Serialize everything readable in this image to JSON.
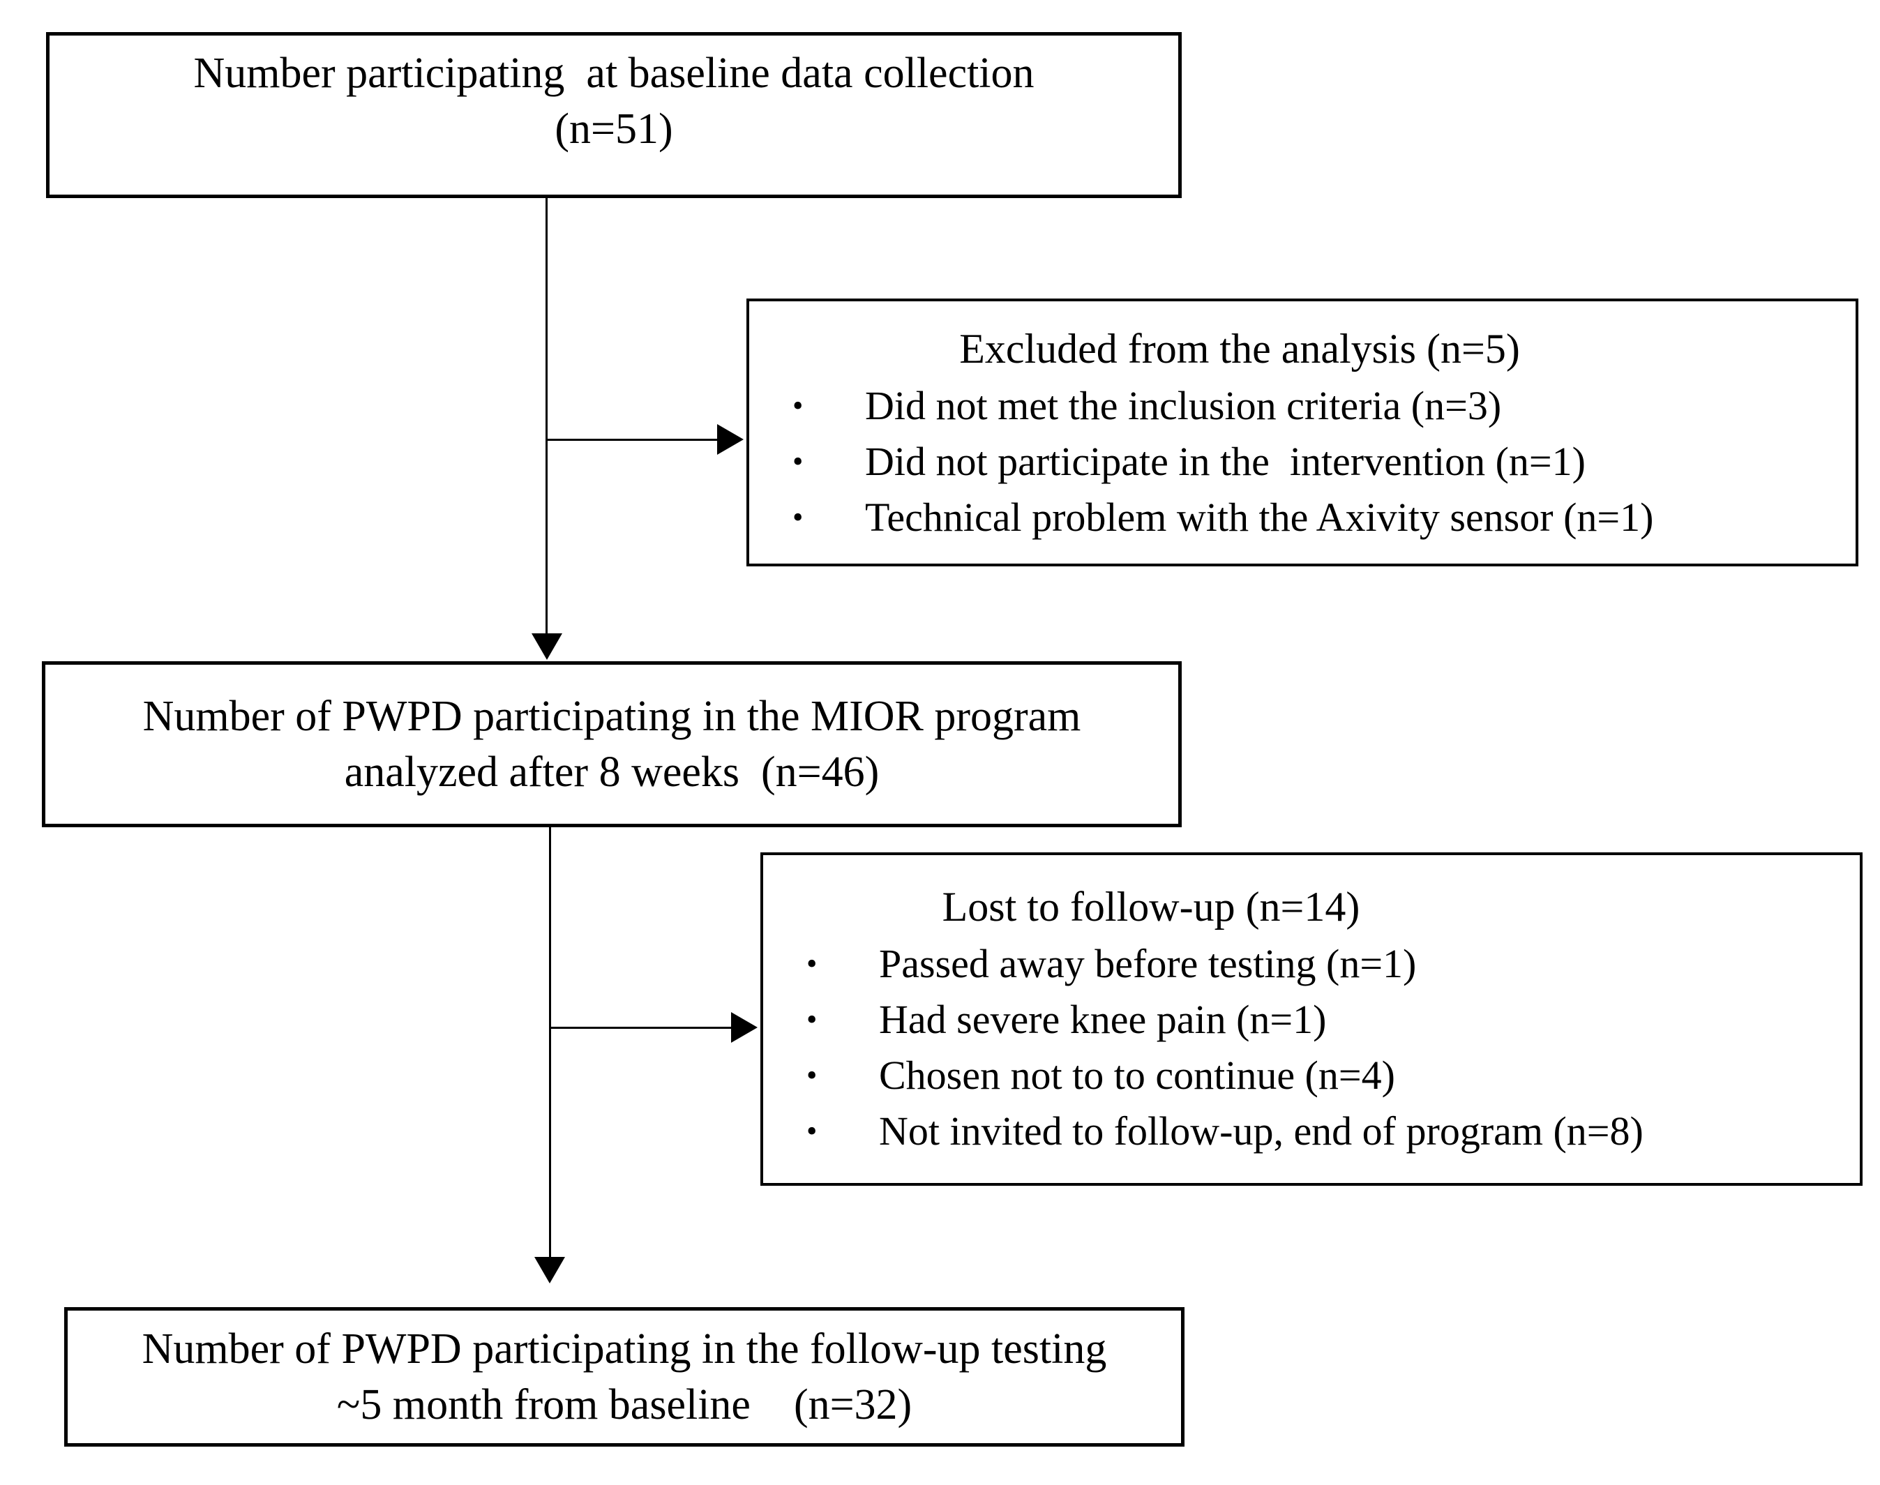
{
  "figure": {
    "type": "participant-flow-diagram",
    "colors": {
      "background": "#ffffff",
      "border": "#000000",
      "text": "#000000"
    },
    "bullet_glyph": "•",
    "boxes": {
      "baseline": {
        "line1": "Number participating  at baseline data collection",
        "line2": "(n=51)"
      },
      "excluded": {
        "heading": "Excluded from the analysis (n=5)",
        "bullets": [
          "Did not met the inclusion criteria (n=3)",
          "Did not participate in the  intervention (n=1)",
          "Technical problem with the Axivity sensor (n=1)"
        ]
      },
      "program": {
        "line1": "Number of PWPD participating in the MIOR program",
        "line2": "analyzed after 8 weeks  (n=46)"
      },
      "lost": {
        "heading": "Lost to follow-up (n=14)",
        "bullets": [
          "Passed away before testing (n=1)",
          "Had severe knee pain (n=1)",
          "Chosen not to to continue (n=4)",
          "Not invited to follow-up, end of program (n=8)"
        ]
      },
      "followup": {
        "line1": "Number of PWPD participating in the follow-up testing",
        "line2": "~5 month from baseline    (n=32)"
      }
    }
  }
}
